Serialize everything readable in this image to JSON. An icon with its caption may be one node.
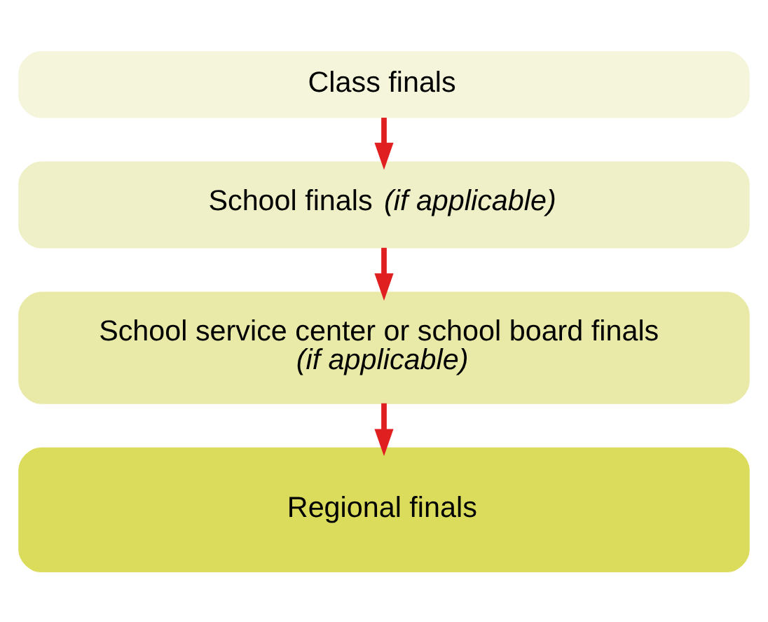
{
  "diagram": {
    "nodes": [
      {
        "text": [
          "Class finals"
        ]
      },
      {
        "text": [
          "School finals *(if applicable)*"
        ]
      },
      {
        "text": [
          "School service center or school board finals",
          "*(if applicable)*"
        ]
      },
      {
        "text": [
          "Regional finals"
        ]
      }
    ],
    "edges": [
      {
        "from": 0,
        "to": 1,
        "arrow": "to"
      },
      {
        "from": 1,
        "to": 2,
        "arrow": "to"
      },
      {
        "from": 2,
        "to": 3,
        "arrow": "to"
      }
    ]
  }
}
